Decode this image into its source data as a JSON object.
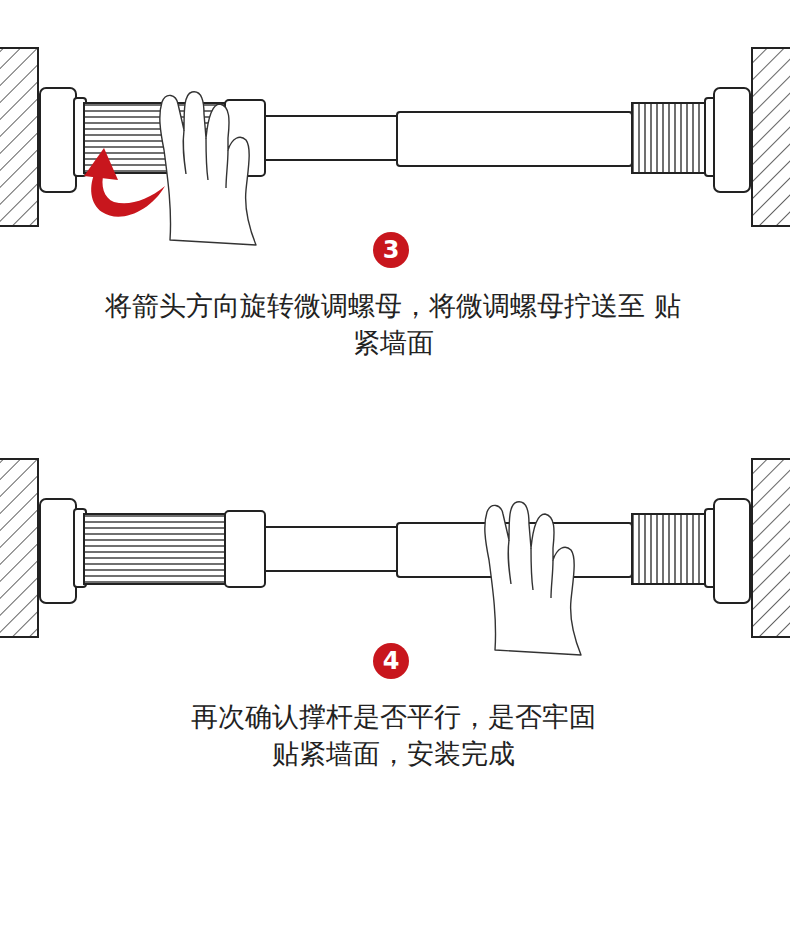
{
  "diagram": {
    "nodes": [
      {
        "text": [
          "3"
        ]
      },
      {
        "text": [
          "4"
        ]
      }
    ],
    "labels": [
      "将箭头方向旋转微调螺母，将微调螺母拧送至 贴紧墙面",
      "再次确认撑杆是否平行，是否牢固 贴紧墙面，安装完成"
    ]
  }
}
